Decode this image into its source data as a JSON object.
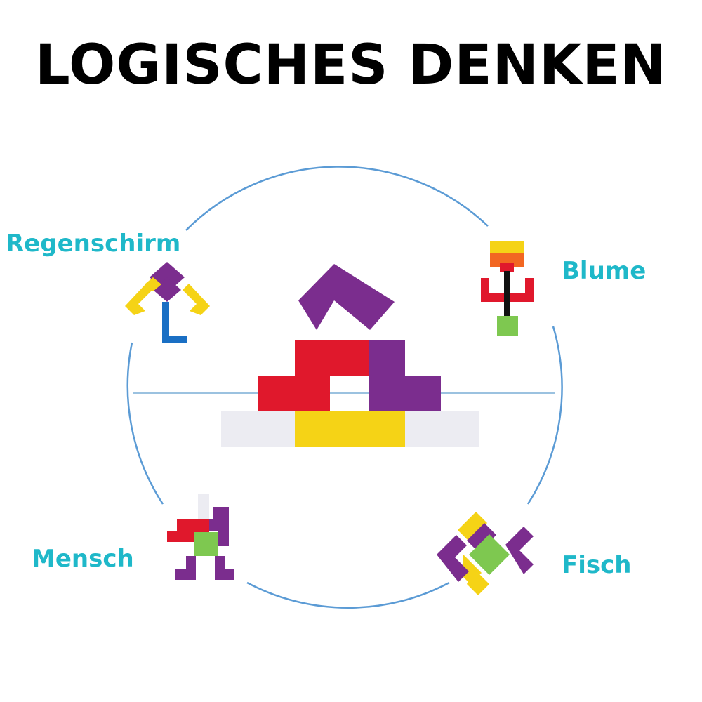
{
  "title": "LOGISCHES DENKEN",
  "labels": {
    "regenschirm": "Regenschirm",
    "blume": "Blume",
    "mensch": "Mensch",
    "fisch": "Fisch"
  },
  "colors": {
    "label": "#1fb8c9",
    "circle": "#5b9bd5",
    "purple": "#7b2d8e",
    "red": "#e0182c",
    "yellow": "#f7d417",
    "white_piece": "#ececf2",
    "blue": "#1a6fc4",
    "green": "#7ec850",
    "orange": "#f26722",
    "black": "#111111"
  },
  "icons": [
    "umbrella-figure",
    "flower-figure",
    "person-figure",
    "fish-figure",
    "pyramid-figure"
  ]
}
